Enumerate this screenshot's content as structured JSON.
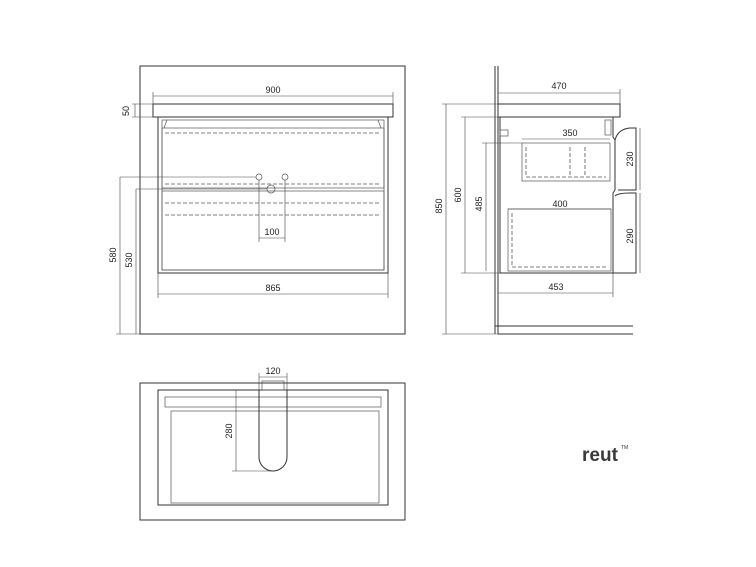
{
  "dimensions": {
    "front_width": "900",
    "top_thickness": "50",
    "front_height_580": "580",
    "front_height_530": "530",
    "inner_width": "865",
    "drain_spacing": "100",
    "side_depth": "470",
    "side_height": "850",
    "side_height_600": "600",
    "side_height_485": "485",
    "drawer_top_depth": "350",
    "drawer_top_height": "230",
    "drawer_bottom_depth": "400",
    "drawer_bottom_height": "290",
    "side_inner_depth": "453",
    "top_cutout_width": "120",
    "top_cutout_depth": "280"
  },
  "logo": {
    "text": "reut",
    "superscript": "TM"
  },
  "colors": {
    "line": "#333333",
    "text": "#222222",
    "logo": "#3a3a3a"
  }
}
